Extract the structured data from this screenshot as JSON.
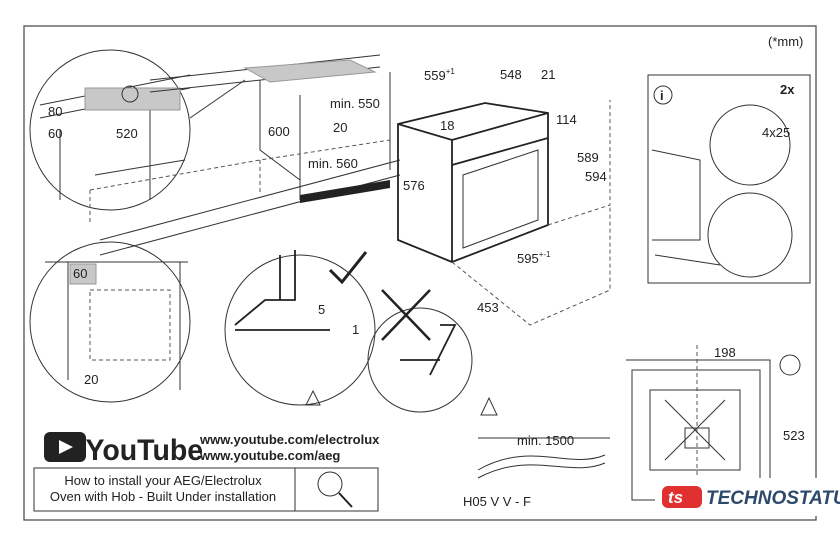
{
  "units_note": "(*mm)",
  "hob_detail": {
    "d80": "80",
    "d60": "60",
    "d520": "520"
  },
  "cabinet": {
    "d600": "600",
    "min550": "min. 550",
    "d20": "20",
    "min560": "min. 560"
  },
  "oven": {
    "d559": "559",
    "d559_tol": "+1",
    "d548": "548",
    "d21": "21",
    "d18": "18",
    "d114": "114",
    "d576": "576",
    "d589": "589",
    "d594": "594",
    "d595": "595",
    "d595_tol": "+-1",
    "d453": "453"
  },
  "side_detail": {
    "d60": "60",
    "d20": "20"
  },
  "gap_detail": {
    "d5": "5",
    "d1": "1"
  },
  "screw_panel": {
    "count": "2x",
    "screw": "4x25",
    "info_icon": "i"
  },
  "cable": {
    "min1500": "min. 1500",
    "type": "H05 V V - F"
  },
  "connection": {
    "d198": "198",
    "d523": "523"
  },
  "youtube": {
    "logo": "YouTube",
    "url1": "www.youtube.com/electrolux",
    "url2": "www.youtube.com/aeg",
    "caption1": "How to install your AEG/Electrolux",
    "caption2": "Oven with Hob - Built Under installation"
  },
  "watermark": {
    "brand": "TECHNOSTATUS",
    "mark": "ts",
    "brand_color": "#2e4a6b",
    "mark_color": "#e03030"
  }
}
